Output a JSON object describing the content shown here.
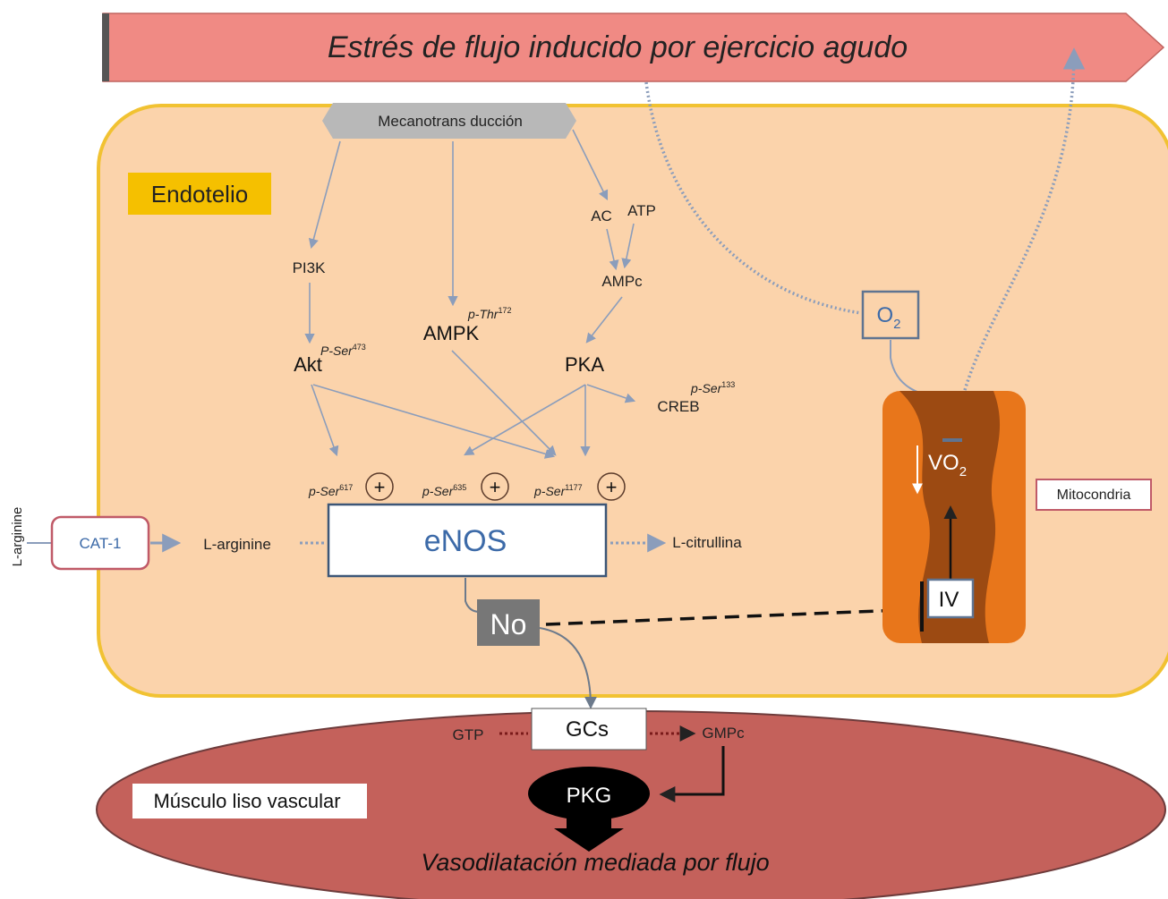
{
  "banner": {
    "text": "Estrés de flujo inducido por ejercicio agudo"
  },
  "endothelium": {
    "label": "Endotelio"
  },
  "mechano": {
    "label": "Mecanotrans ducción"
  },
  "nodes": {
    "pi3k": "PI3K",
    "akt": "Akt",
    "akt_site_prefix": "P-Ser",
    "akt_site_num": "473",
    "ampk": "AMPK",
    "ampk_site_prefix": "p-Thr",
    "ampk_site_num": "172",
    "ac": "AC",
    "atp": "ATP",
    "ampc": "AMPc",
    "pka": "PKA",
    "creb": "CREB",
    "creb_site_prefix": "p-Ser",
    "creb_site_num": "133"
  },
  "enos": {
    "label": "eNOS",
    "sites": [
      {
        "prefix": "p-Ser",
        "num": "617",
        "sign": "+"
      },
      {
        "prefix": "p-Ser",
        "num": "635",
        "sign": "+"
      },
      {
        "prefix": "p-Ser",
        "num": "1177",
        "sign": "+"
      }
    ]
  },
  "transport": {
    "outside_label": "L-arginine",
    "cat1": "CAT-1",
    "inside_label": "L-arginine",
    "product": "L-citrullina"
  },
  "no_label": "No",
  "oxygen": {
    "base": "O",
    "sub": "2"
  },
  "mitochondria": {
    "label": "Mitocondria",
    "vo2_base": "VO",
    "vo2_sub": "2",
    "complex": "IV"
  },
  "smooth_muscle": {
    "label": "Músculo liso vascular",
    "gcs": "GCs",
    "gtp": "GTP",
    "gmpc": "GMPc",
    "pkg": "PKG",
    "result": "Vasodilatación mediada por flujo"
  },
  "colors": {
    "banner": "#f08a84",
    "cell_fill": "#fbd3ab",
    "cell_border": "#f1c232",
    "arrow": "#8b9dbb",
    "smooth_muscle": "#c4615b",
    "mito_outer": "#e8761b",
    "mito_inner": "#9c4a12",
    "no_box": "#777777",
    "label_bg": "#f5c000"
  }
}
